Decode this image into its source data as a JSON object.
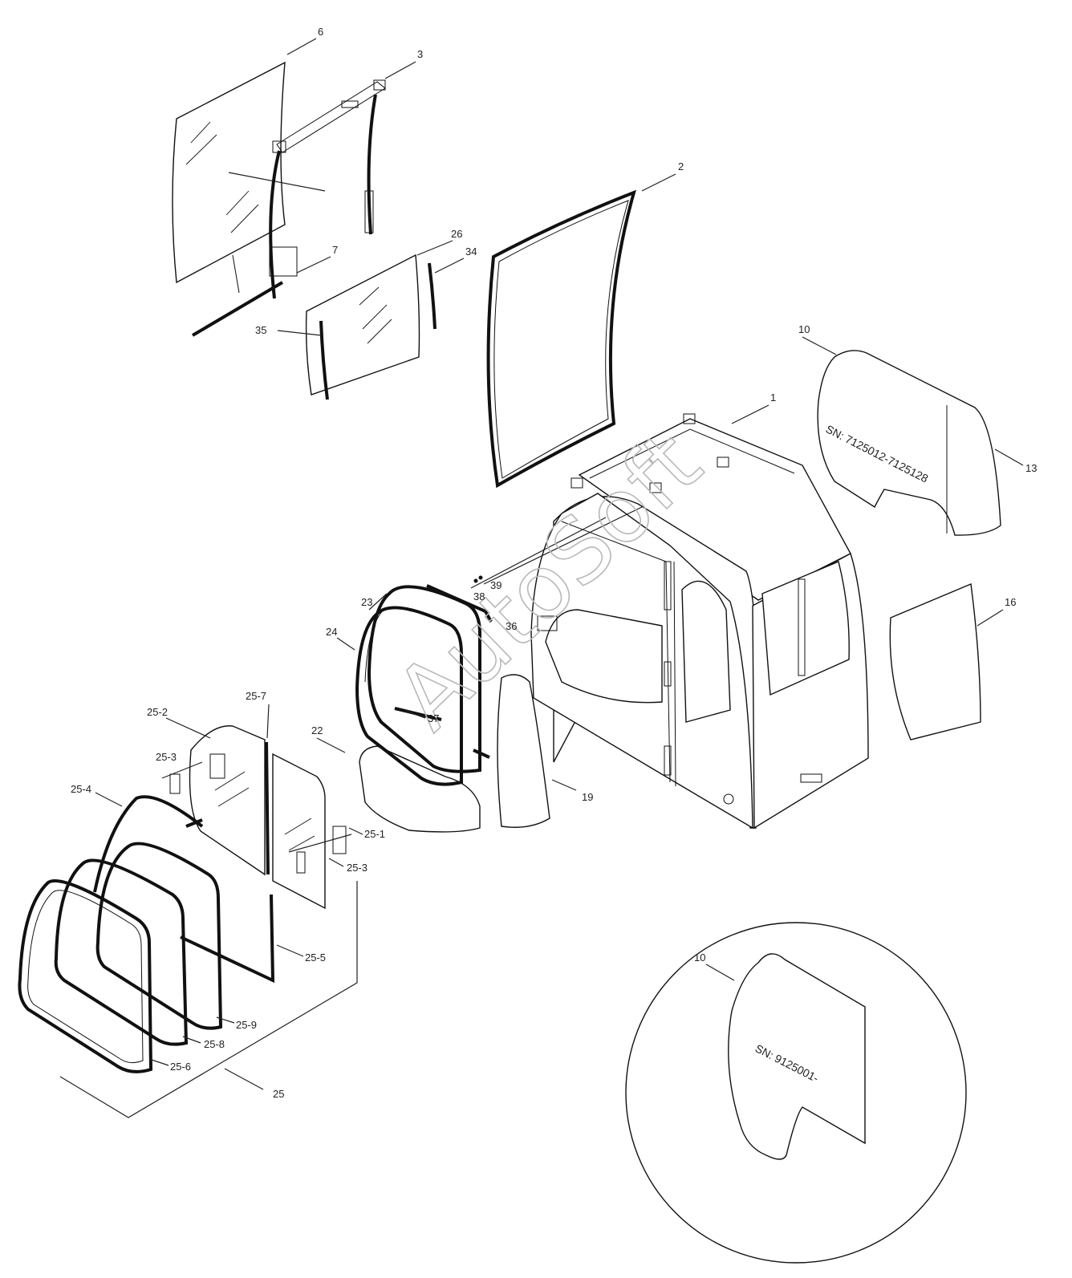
{
  "labels": {
    "p1": "1",
    "p2": "2",
    "p3": "3",
    "p6": "6",
    "p7": "7",
    "p10": "10",
    "p10b": "10",
    "p13": "13",
    "p16": "16",
    "p19": "19",
    "p22": "22",
    "p23": "23",
    "p24": "24",
    "p25": "25",
    "p25_1": "25-1",
    "p25_2": "25-2",
    "p25_3a": "25-3",
    "p25_3b": "25-3",
    "p25_4": "25-4",
    "p25_5": "25-5",
    "p25_6": "25-6",
    "p25_7": "25-7",
    "p25_8": "25-8",
    "p25_9": "25-9",
    "p26": "26",
    "p34": "34",
    "p35": "35",
    "p36": "36",
    "p37": "37",
    "p38": "38",
    "p39": "39"
  },
  "serials": {
    "glass_10_upper": "SN: 7125012-7125128",
    "glass_10_detail": "SN: 9125001-"
  },
  "watermark": "AutoSoft"
}
